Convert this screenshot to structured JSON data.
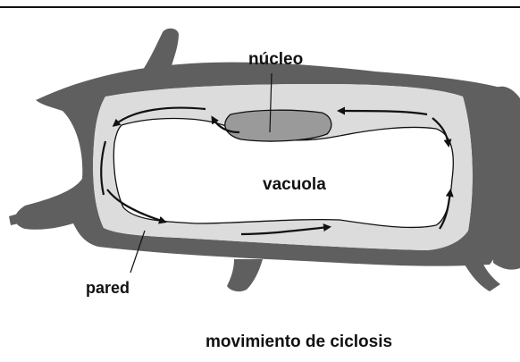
{
  "labels": {
    "nucleus": "núcleo",
    "vacuole": "vacuola",
    "wall": "pared",
    "caption": "movimiento de ciclosis"
  },
  "colors": {
    "wall": "#5f5f5f",
    "cytoplasm": "#dcdcdc",
    "vacuole": "#ffffff",
    "nucleus": "#9a9a9a",
    "ink": "#111111"
  }
}
